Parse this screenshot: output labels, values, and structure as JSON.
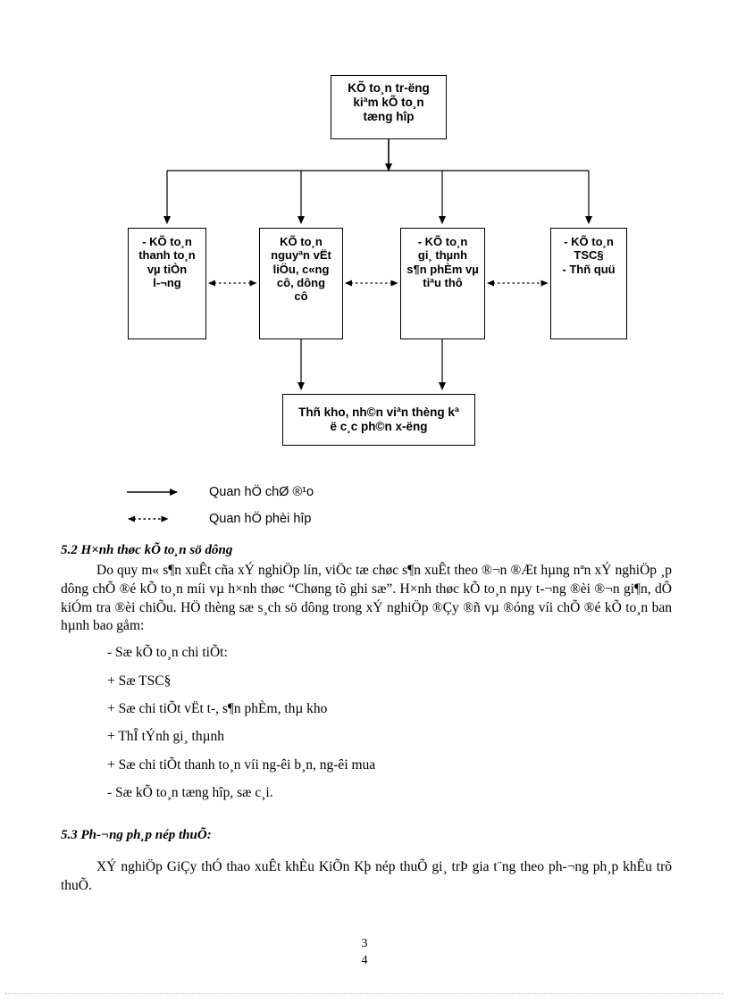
{
  "diagram": {
    "root": {
      "lines": [
        "KÕ to¸n tr-ëng",
        "kiªm kÕ to¸n",
        "tæng hîp"
      ]
    },
    "children": [
      {
        "lines": [
          "- KÕ to¸n",
          "thanh to¸n",
          "vµ tiÒn",
          "l-¬ng"
        ]
      },
      {
        "lines": [
          "KÕ to¸n",
          "nguyªn vËt",
          "liÖu, c«ng",
          "cô, dông",
          "cô"
        ]
      },
      {
        "lines": [
          "- KÕ to¸n",
          "gi¸ thµnh",
          "s¶n phÈm vµ",
          "tiªu thô"
        ]
      },
      {
        "lines": [
          "- KÕ to¸n",
          "TSC§",
          "- Thñ quü"
        ]
      }
    ],
    "bottom": {
      "lines": [
        "Thñ kho, nh©n viªn thèng kª",
        "ë c¸c ph©n x-ëng"
      ]
    },
    "legend": [
      {
        "glyph": "solid-arrow",
        "label": "Quan hÖ chØ ®¹o"
      },
      {
        "glyph": "dotted-double-arrow",
        "label": "Quan hÖ phèi hîp"
      }
    ]
  },
  "sections": {
    "s52": {
      "heading": "5.2 H×nh thøc kÕ to¸n sö dông",
      "paragraph": "Do quy m« s¶n xuÊt cña xÝ nghiÖp lín, viÖc tæ chøc s¶n xuÊt theo ®¬n ®Æt hµng nªn xÝ nghiÖp ¸p dông chÕ ®é kÕ to¸n míi vµ h×nh thøc “Chøng tõ ghi sæ”. H×nh thøc kÕ to¸n nµy t-¬ng ®èi ®¬n gi¶n, dÔ kiÓm tra ®èi chiÕu. HÖ thèng sæ s¸ch sö dông trong xÝ nghiÖp ®Çy ®ñ vµ ®óng víi chÕ ®é kÕ to¸n ban hµnh bao gåm:",
      "items": [
        "- Sæ kÕ to¸n chi tiÕt:",
        "+ Sæ TSC§",
        "+ Sæ chi tiÕt vËt t-, s¶n phÈm, thµ kho",
        "+ ThÎ tÝnh gi¸ thµnh",
        "+ Sæ chi tiÕt thanh to¸n víi ng-êi b¸n, ng-êi mua",
        "- Sæ kÕ to¸n tæng hîp, sæ c¸i."
      ]
    },
    "s53": {
      "heading": "5.3 Ph-¬ng ph¸p nép thuÕ:",
      "paragraph": "XÝ nghiÖp GiÇy thÓ thao xuÊt khÈu KiÕn Kþ nép thuÕ gi¸ trÞ gia t¨ng theo ph-¬ng ph¸p khÊu trõ thuÕ."
    }
  },
  "footer": {
    "page_number_1": "3",
    "page_number_2": "4"
  }
}
